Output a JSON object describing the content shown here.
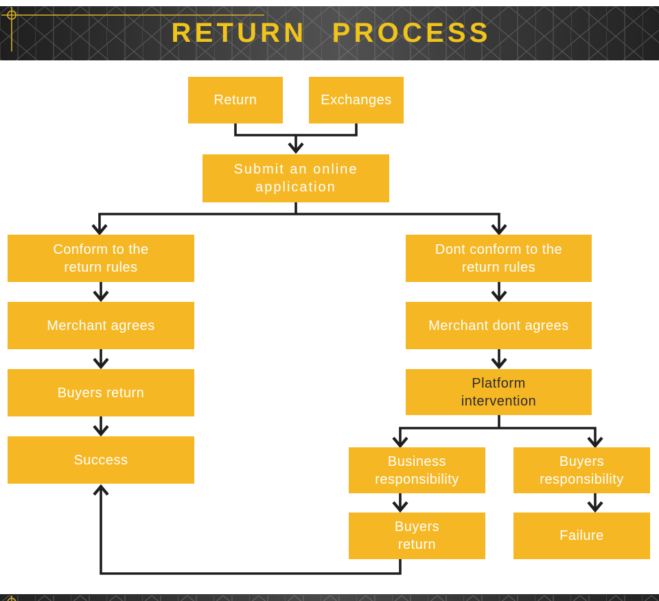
{
  "header": {
    "title": "RETURN PROCESS"
  },
  "nodes": {
    "return": {
      "label": "Return"
    },
    "exchanges": {
      "label": "Exchanges"
    },
    "submit": {
      "label": "Submit an online\napplication"
    },
    "conform": {
      "label": "Conform to the\nreturn rules"
    },
    "merchant_agrees": {
      "label": "Merchant agrees"
    },
    "buyers_return": {
      "label": "Buyers return"
    },
    "success": {
      "label": "Success"
    },
    "dont_conform": {
      "label": "Dont conform to the\nreturn rules"
    },
    "merchant_dont_agrees": {
      "label": "Merchant dont agrees"
    },
    "platform_intervention": {
      "label": "Platform\nintervention"
    },
    "business_responsibility": {
      "label": "Business\nresponsibility"
    },
    "buyers_responsibility": {
      "label": "Buyers\nresponsibility"
    },
    "buyers_return_bottom": {
      "label": "Buyers\nreturn"
    },
    "failure": {
      "label": "Failure"
    }
  },
  "edges": [
    {
      "from": "Return",
      "to": "Submit an online application"
    },
    {
      "from": "Exchanges",
      "to": "Submit an online application"
    },
    {
      "from": "Submit an online application",
      "to": "Conform to the return rules"
    },
    {
      "from": "Submit an online application",
      "to": "Dont conform to the return rules"
    },
    {
      "from": "Conform to the return rules",
      "to": "Merchant agrees"
    },
    {
      "from": "Merchant agrees",
      "to": "Buyers return"
    },
    {
      "from": "Buyers return",
      "to": "Success"
    },
    {
      "from": "Dont conform to the return rules",
      "to": "Merchant dont agrees"
    },
    {
      "from": "Merchant dont agrees",
      "to": "Platform intervention"
    },
    {
      "from": "Platform intervention",
      "to": "Business responsibility"
    },
    {
      "from": "Platform intervention",
      "to": "Buyers responsibility"
    },
    {
      "from": "Business responsibility",
      "to": "Buyers return (bottom)"
    },
    {
      "from": "Buyers responsibility",
      "to": "Failure"
    },
    {
      "from": "Buyers return (bottom)",
      "to": "Success"
    }
  ],
  "colors": {
    "node_fill": "#F6B724",
    "node_text": "#FFFFFF",
    "platform_intervention_text": "#2C2C2C",
    "title_text": "#F0C41B",
    "accent_line": "#D9B122",
    "connector": "#1E1E1E",
    "banner_bg_dark": "#1E1E1E",
    "banner_bg_light": "#525252",
    "page_bg": "#FFFFFF"
  }
}
